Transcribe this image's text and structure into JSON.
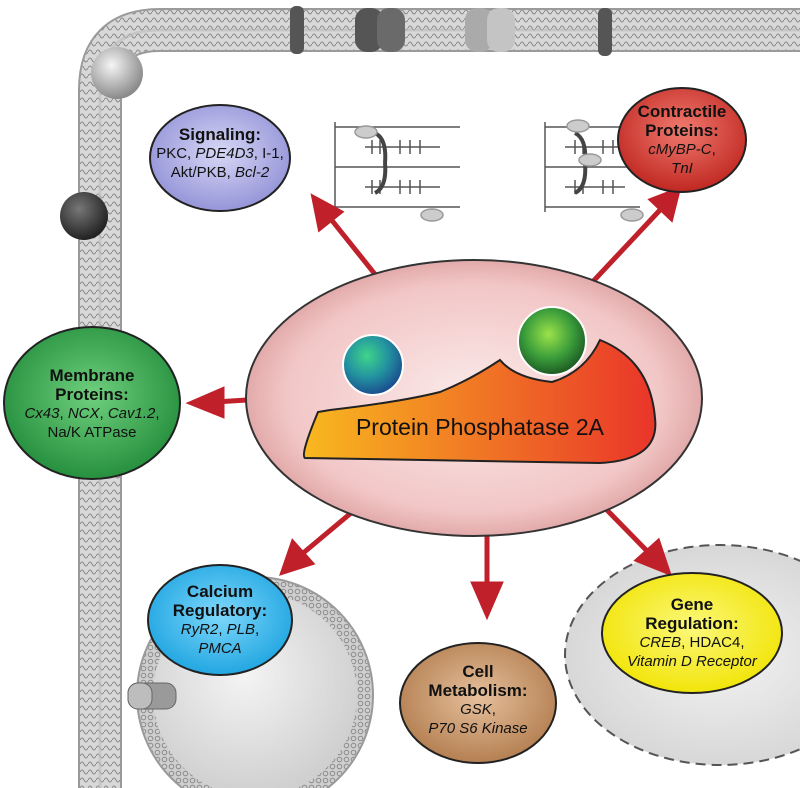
{
  "enzyme": {
    "label": "Protein Phosphatase 2A"
  },
  "targets": {
    "signaling": {
      "title": "Signaling:",
      "items": [
        [
          {
            "t": "PKC, ",
            "i": false
          },
          {
            "t": "PDE4D3",
            "i": true
          },
          {
            "t": ", I-1,",
            "i": false
          }
        ],
        [
          {
            "t": "Akt/PKB, ",
            "i": false
          },
          {
            "t": "Bcl-2",
            "i": true
          }
        ]
      ],
      "color": "#a9a9e3"
    },
    "contractile": {
      "title_lines": [
        "Contractile",
        "Proteins:"
      ],
      "items": [
        [
          {
            "t": "cMyBP-C",
            "i": true
          },
          {
            "t": ",",
            "i": false
          }
        ],
        [
          {
            "t": "TnI",
            "i": true
          }
        ]
      ],
      "color": "#d33a35"
    },
    "membrane": {
      "title_lines": [
        "Membrane",
        "Proteins:"
      ],
      "items": [
        [
          {
            "t": "Cx43",
            "i": true
          },
          {
            "t": ", ",
            "i": false
          },
          {
            "t": "NCX",
            "i": true
          },
          {
            "t": ", ",
            "i": false
          },
          {
            "t": "Cav1.2",
            "i": true
          },
          {
            "t": ",",
            "i": false
          }
        ],
        [
          {
            "t": "Na/K ATPase",
            "i": false
          }
        ]
      ],
      "color": "#2f9e47"
    },
    "calcium": {
      "title_lines": [
        "Calcium",
        "Regulatory:"
      ],
      "items": [
        [
          {
            "t": "RyR2",
            "i": true
          },
          {
            "t": ", ",
            "i": false
          },
          {
            "t": "PLB",
            "i": true
          },
          {
            "t": ",",
            "i": false
          }
        ],
        [
          {
            "t": "PMCA",
            "i": true
          }
        ]
      ],
      "color": "#29b6ea"
    },
    "metabolism": {
      "title_lines": [
        "Cell",
        "Metabolism:"
      ],
      "items": [
        [
          {
            "t": "GSK",
            "i": true
          },
          {
            "t": ",",
            "i": false
          }
        ],
        [
          {
            "t": "P70 S6 Kinase",
            "i": true
          }
        ]
      ],
      "color": "#c9956a"
    },
    "gene": {
      "title_lines": [
        "Gene",
        "Regulation:"
      ],
      "items": [
        [
          {
            "t": "CREB",
            "i": true
          },
          {
            "t": ", HDAC4,",
            "i": false
          }
        ],
        [
          {
            "t": "Vitamin D Receptor",
            "i": true
          }
        ]
      ],
      "color": "#f5ee20"
    }
  },
  "colors": {
    "arrow": "#c0202a",
    "membrane": "#b5b5b5",
    "nucleus": "#e6e6e6",
    "vesicle": "#dcdcdc",
    "enzyme_fill_start": "#f7b01f",
    "enzyme_fill_end": "#ea3a2a",
    "center_ellipse": "#f3cfcf",
    "subunit_blue": "#1f7fa0",
    "subunit_green": "#3a9c3a"
  }
}
